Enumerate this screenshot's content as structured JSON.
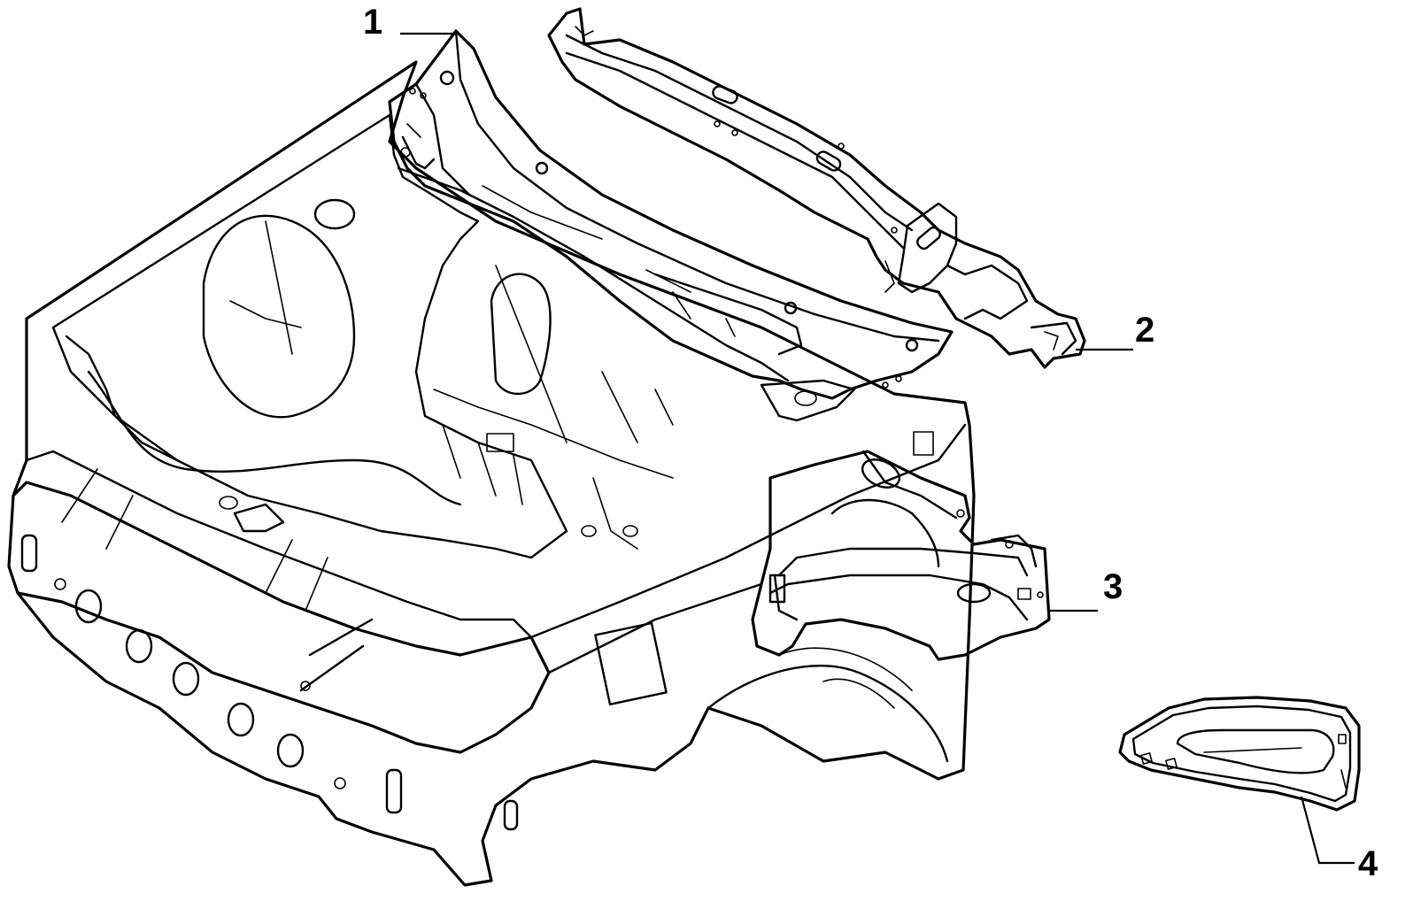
{
  "diagram": {
    "type": "exploded-parts-illustration",
    "line_color": "#000000",
    "background_color": "#ffffff",
    "callouts": [
      {
        "number": "1",
        "part": "upper-dashboard-crossmember"
      },
      {
        "number": "2",
        "part": "front-upper-crossbeam"
      },
      {
        "number": "3",
        "part": "side-member-bracket"
      },
      {
        "number": "4",
        "part": "reinforcement-panel"
      }
    ]
  }
}
